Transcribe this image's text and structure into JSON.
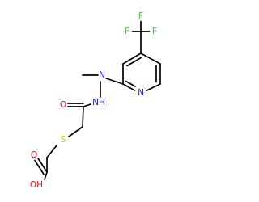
{
  "molecule": {
    "colors": {
      "bond": "#000000",
      "fluorine": "#33cc33",
      "nitrogen": "#2020ff",
      "oxygen": "#ff0d0d",
      "sulfur": "#cccc00"
    },
    "labels": {
      "f1": "F",
      "f2": "F",
      "f3": "F",
      "n_pyridine": "N",
      "n_methyl": "N",
      "n_amide": "NH",
      "o_carbonyl": "O",
      "s": "S",
      "o_acid": "O",
      "oh_acid": "OH"
    }
  }
}
